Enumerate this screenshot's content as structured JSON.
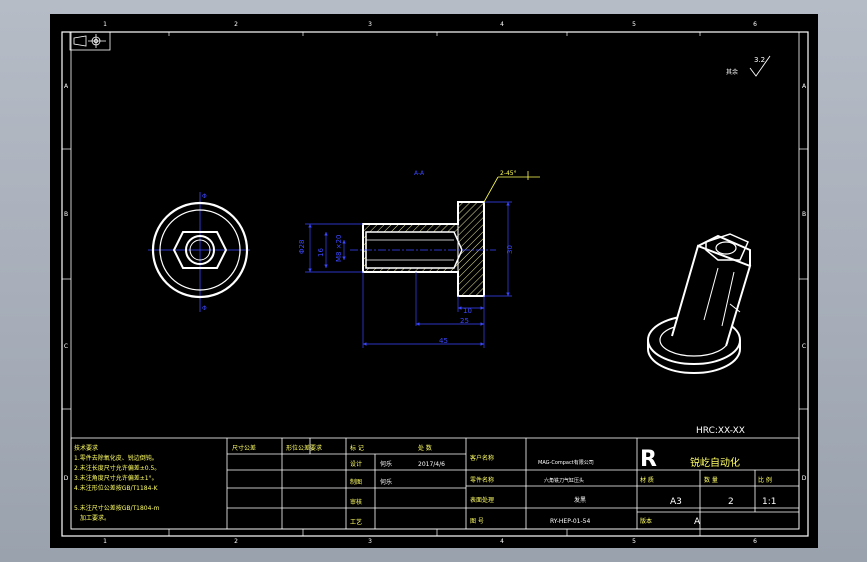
{
  "border": {
    "col_labels": [
      "1",
      "2",
      "3",
      "4",
      "5",
      "6"
    ],
    "row_labels": [
      "A",
      "B",
      "C",
      "D"
    ]
  },
  "views": {
    "front_view": {
      "center_marks": [
        "Φ",
        "Φ"
      ]
    },
    "section_view": {
      "datum_label": "A-A",
      "callout": "2-45°",
      "dims": {
        "d_outer": "Φ28",
        "d_thread": "16",
        "d_inner": "M8 ×20",
        "d_flange": "30",
        "len_flange": "10",
        "len_body": "25",
        "len_total": "45"
      }
    }
  },
  "notes": {
    "roughness_prefix": "其余",
    "roughness_value": "3.2",
    "hardness": "HRC:XX-XX"
  },
  "title_block": {
    "tech_title": "技术要求",
    "tech_items": [
      "1.零件去除氧化皮、锐边倒钝。",
      "2.未注长度尺寸允许偏差±0.5。",
      "3.未注角度尺寸允许偏差±1°。",
      "4.未注形位公差按GB/T1184-K",
      "5.未注尺寸公差按GB/T1804-m",
      "加工要求。"
    ],
    "hdr_size": "尺寸公差",
    "hdr_form": "形位公差要求",
    "hdr_mark": "标 记",
    "hdr_count": "处 数",
    "label_design": "设计",
    "designer": "何乐",
    "design_date": "2017/4/6",
    "label_draw": "制图",
    "drawer": "何乐",
    "label_check": "审核",
    "label_process": "工艺",
    "label_customer": "客户名称",
    "customer": "MAG-Compact有限公司",
    "label_part": "零件名称",
    "part_name": "六角铣刀气缸压头",
    "label_surface": "表面处理",
    "surface": "发黑",
    "label_dwgno": "图 号",
    "dwgno": "RY-HEP-01-54",
    "company": "锐屹自动化",
    "logo_letter": "R",
    "label_material": "材 质",
    "label_qty": "数 量",
    "label_scale": "比 例",
    "sheet_size": "A3",
    "qty": "2",
    "scale": "1:1",
    "label_version": "版本",
    "version": "A"
  },
  "colors": {
    "sheet": "#000000",
    "geometry": "#ffffff",
    "dimension": "#3b46ff",
    "hatch": "#ffff55",
    "callout": "#ffff55",
    "title_text": "#ffff66"
  }
}
